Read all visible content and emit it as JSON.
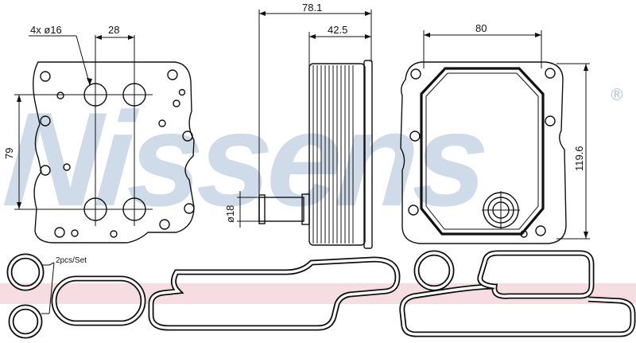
{
  "watermark": {
    "brand": "Nissens",
    "registered_mark": "®"
  },
  "dimensions": {
    "holes": "4x  ø16",
    "hole_spacing": "28",
    "vertical_spacing": "79",
    "total_depth": "78.1",
    "body_depth": "42.5",
    "flange_width": "80",
    "flange_height": "119.6",
    "pipe_diameter": "ø18"
  },
  "gasket_note": "2pcs/Set",
  "colors": {
    "line": "#111111",
    "watermark": "#cfdbe8",
    "band_pink": "#f4d6da"
  }
}
